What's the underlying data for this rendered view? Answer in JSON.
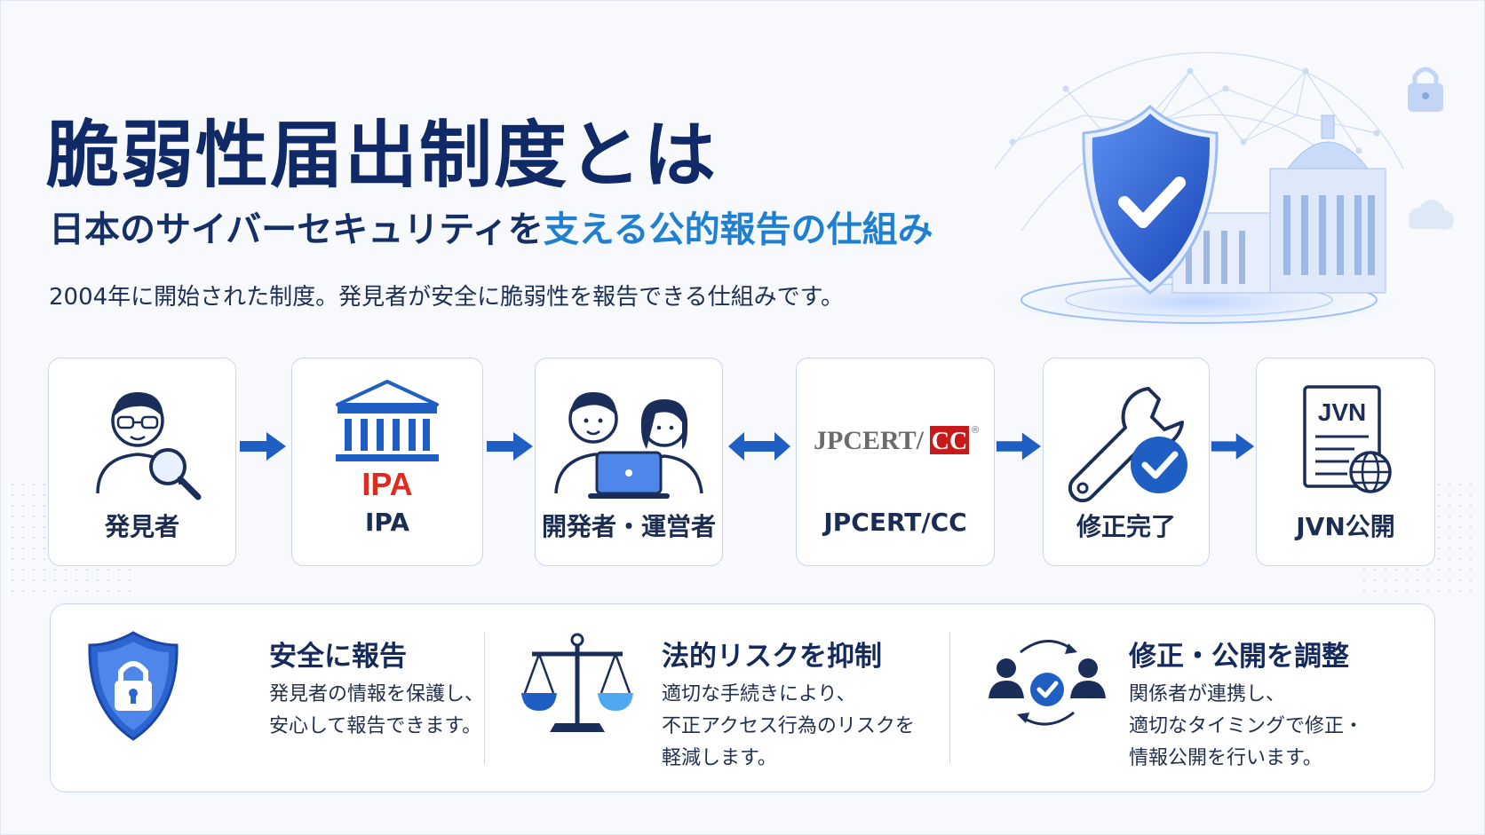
{
  "header": {
    "title": "脆弱性届出制度とは",
    "subtitle_pre": "日本のサイバーセキュリティを",
    "subtitle_mid": "支える",
    "subtitle_hl": "公的報告の仕組み",
    "description": "2004年に開始された制度。発見者が安全に脆弱性を報告できる仕組みです。"
  },
  "flow": {
    "steps": [
      {
        "label": "発見者",
        "icon": "person-magnifier-icon"
      },
      {
        "label": "IPA",
        "logo_text": "IPA",
        "icon": "government-building-icon"
      },
      {
        "label": "開発者・運営者",
        "icon": "developers-laptop-icon"
      },
      {
        "label": "JPCERT/CC",
        "logo_text_main": "JPCERT/",
        "logo_text_cc": "CC",
        "logo_reg": "®"
      },
      {
        "label": "修正完了",
        "icon": "wrench-check-icon"
      },
      {
        "label": "JVN公開",
        "doc_text": "JVN",
        "icon": "jvn-document-icon"
      }
    ]
  },
  "features": [
    {
      "title": "安全に報告",
      "lines": [
        "発見者の情報を保護し、",
        "安心して報告できます。"
      ],
      "icon": "shield-lock-icon"
    },
    {
      "title": "法的リスクを抑制",
      "lines": [
        "適切な手続きにより、",
        "不正アクセス行為のリスクを",
        "軽減します。"
      ],
      "icon": "scales-icon"
    },
    {
      "title": "修正・公開を調整",
      "lines": [
        "関係者が連携し、",
        "適切なタイミングで修正・",
        "情報公開を行います。"
      ],
      "icon": "coordination-cycle-icon"
    }
  ],
  "colors": {
    "title": "#0f2a66",
    "highlight": "#1f7fd0",
    "primary_blue": "#1f5fc4",
    "ipa_red": "#e02a1f",
    "jpcert_red": "#c81a1a",
    "border": "#c8d6ec"
  }
}
